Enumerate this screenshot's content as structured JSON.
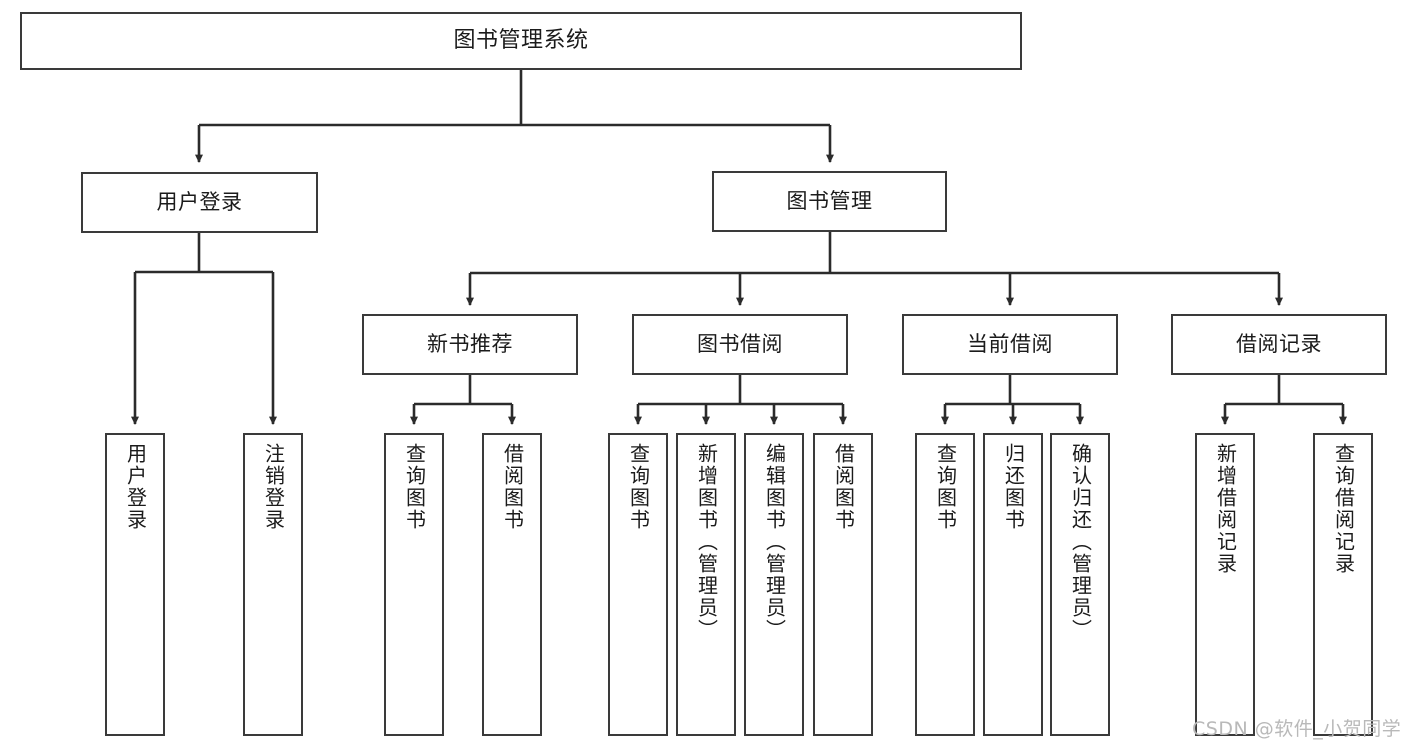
{
  "diagram": {
    "title": "图书管理系统",
    "type": "tree-hierarchy-chart",
    "colors": {
      "box_border": "#3a3a3a",
      "box_fill": "#ffffff",
      "edge": "#2b2b2b",
      "text": "#1b1b1b",
      "watermark": "#b9b9b9",
      "background": "#ffffff"
    }
  },
  "watermark": {
    "text": "CSDN @软件_小贺同学"
  },
  "nodes": {
    "root": {
      "label": "图书管理系统"
    },
    "level1": [
      {
        "label": "用户登录"
      },
      {
        "label": "图书管理"
      }
    ],
    "level2": [
      {
        "label": "新书推荐"
      },
      {
        "label": "图书借阅"
      },
      {
        "label": "当前借阅"
      },
      {
        "label": "借阅记录"
      }
    ],
    "leaves": {
      "user_login": [
        {
          "label": "用户登录"
        },
        {
          "label": "注销登录"
        }
      ],
      "new_book_recommend": [
        {
          "label": "查询图书"
        },
        {
          "label": "借阅图书"
        }
      ],
      "book_borrow": [
        {
          "label": "查询图书"
        },
        {
          "label": "新增图书（管理员）"
        },
        {
          "label": "编辑图书（管理员）"
        },
        {
          "label": "借阅图书"
        }
      ],
      "current_borrow": [
        {
          "label": "查询图书"
        },
        {
          "label": "归还图书"
        },
        {
          "label": "确认归还（管理员）"
        }
      ],
      "borrow_record": [
        {
          "label": "新增借阅记录"
        },
        {
          "label": "查询借阅记录"
        }
      ]
    }
  }
}
